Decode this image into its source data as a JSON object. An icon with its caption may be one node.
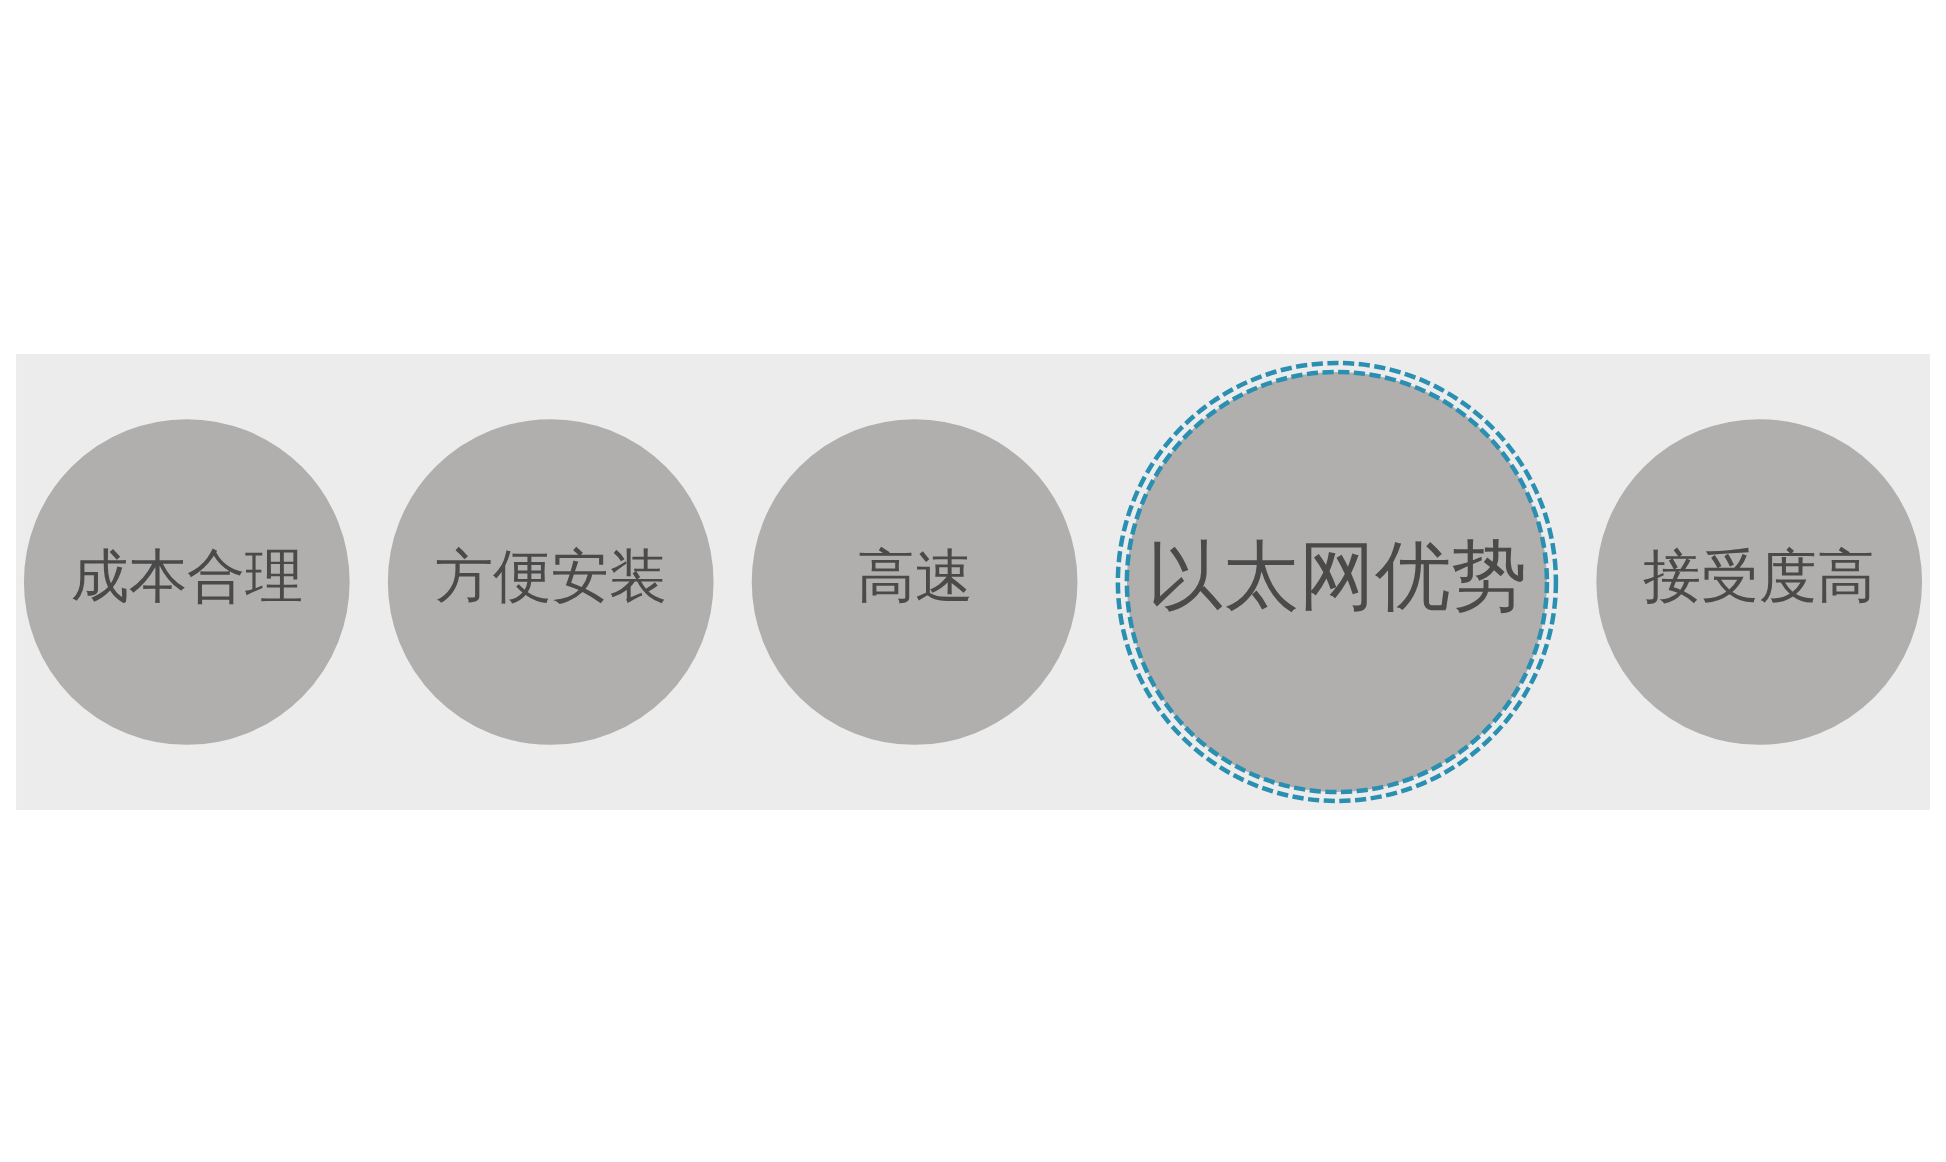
{
  "diagram": {
    "nodes": [
      {
        "text": [
          "成本合理"
        ]
      },
      {
        "text": [
          "方便安装"
        ]
      },
      {
        "text": [
          "高速"
        ]
      },
      {
        "text": [
          "以太网优势"
        ]
      },
      {
        "text": [
          "接受度高"
        ]
      }
    ]
  }
}
